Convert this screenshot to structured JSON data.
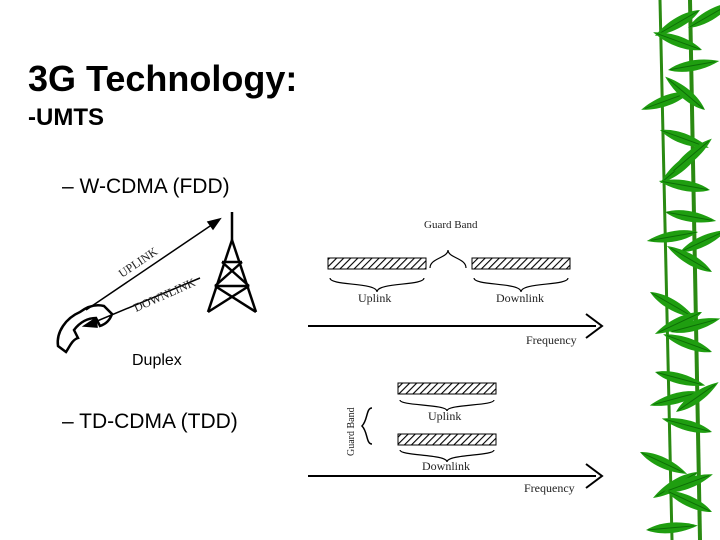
{
  "slide": {
    "title": "3G Technology:",
    "subtitle": "-UMTS",
    "bullet_fdd": "– W-CDMA (FDD)",
    "bullet_tdd": "– TD-CDMA (TDD)"
  },
  "fdd_diagram": {
    "uplink_arrow_label": "UPLINK",
    "downlink_arrow_label": "DOWNLINK",
    "caption": "Duplex",
    "guard_band": "Guard Band",
    "uplink": "Uplink",
    "downlink": "Downlink",
    "axis": "Frequency"
  },
  "tdd_diagram": {
    "guard_band": "Guard Band",
    "uplink": "Uplink",
    "downlink": "Downlink",
    "axis": "Frequency"
  },
  "decoration": {
    "leaf_color": "#1f9e10",
    "leaf_dark": "#0c6e06"
  }
}
